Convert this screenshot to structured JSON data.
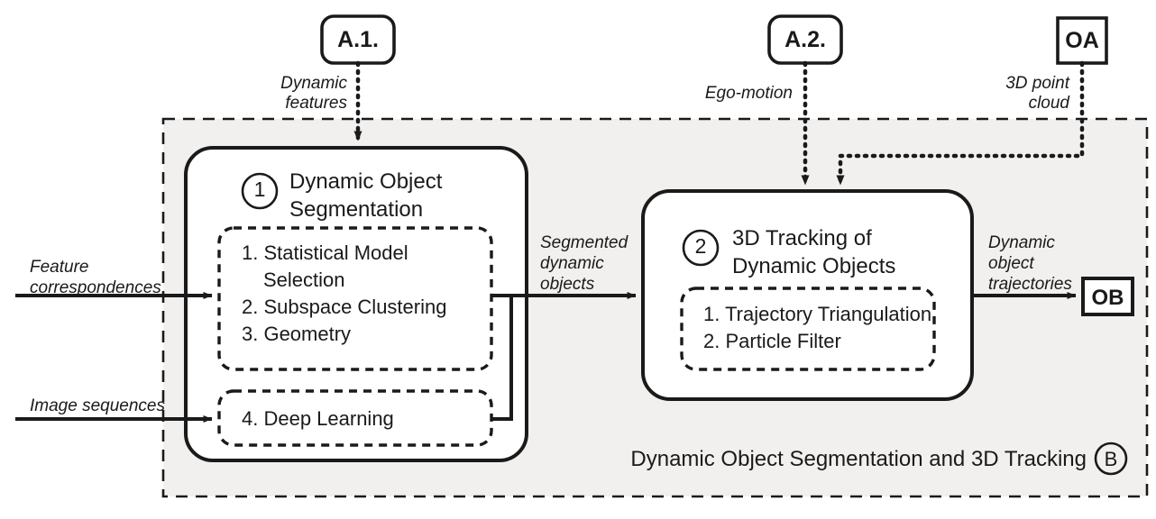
{
  "diagram": {
    "title": "Dynamic Object Segmentation and 3D Tracking",
    "container_tag": "B",
    "background_fill": "#f1f0ee",
    "stroke_color": "#1a1a1a",
    "page_background": "#ffffff"
  },
  "external_nodes": [
    {
      "id": "a1",
      "label": "A.1.",
      "shape": "rounded-rect"
    },
    {
      "id": "a2",
      "label": "A.2.",
      "shape": "rounded-rect"
    },
    {
      "id": "oa",
      "label": "OA",
      "shape": "rect"
    },
    {
      "id": "ob",
      "label": "OB",
      "shape": "rect"
    }
  ],
  "edge_labels": {
    "dynamic_features": "Dynamic\nfeatures",
    "dynamic_features_l1": "Dynamic",
    "dynamic_features_l2": "features",
    "ego_motion": "Ego-motion",
    "point_cloud_l1": "3D point",
    "point_cloud_l2": "cloud",
    "feature_corr_l1": "Feature",
    "feature_corr_l2": "correspondences",
    "image_sequences": "Image sequences",
    "segmented_l1": "Segmented",
    "segmented_l2": "dynamic",
    "segmented_l3": "objects",
    "trajectories_l1": "Dynamic",
    "trajectories_l2": "object",
    "trajectories_l3": "trajectories"
  },
  "stage1": {
    "number": "1",
    "title_l1": "Dynamic Object",
    "title_l2": "Segmentation",
    "inner_box_a": {
      "items": [
        "1. Statistical Model",
        "    Selection",
        "2. Subspace Clustering",
        "3. Geometry"
      ],
      "item_1_l1": "1. Statistical Model",
      "item_1_l2": "Selection",
      "item_2": "2. Subspace Clustering",
      "item_3": "3. Geometry"
    },
    "inner_box_b": {
      "item_4": "4. Deep Learning"
    }
  },
  "stage2": {
    "number": "2",
    "title_l1": "3D Tracking of",
    "title_l2": "Dynamic Objects",
    "inner_box": {
      "item_1": "1. Trajectory Triangulation",
      "item_2": "2. Particle Filter"
    }
  }
}
